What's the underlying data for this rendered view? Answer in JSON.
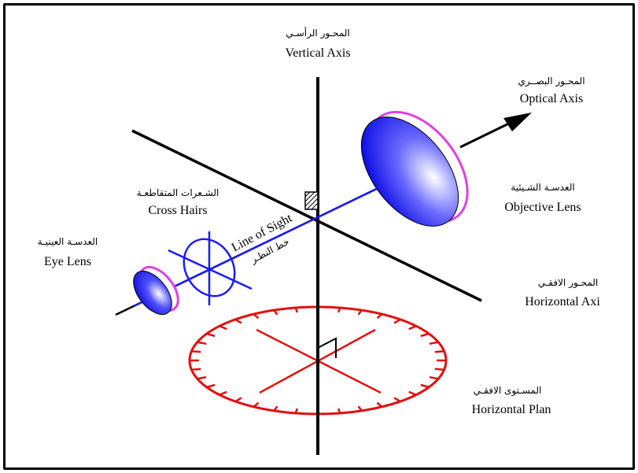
{
  "labels": {
    "vertical_axis_ar": "المحـور الرأسـي",
    "vertical_axis_en": "Vertical Axis",
    "optical_axis_ar": "المحـور البصــري",
    "optical_axis_en": "Optical Axis",
    "objective_lens_ar": "العدسـة الشـيئية",
    "objective_lens_en": "Objective Lens",
    "cross_hairs_ar": "الشـعرات المتقاطعـة",
    "cross_hairs_en": "Cross Hairs",
    "eye_lens_ar": "العدسـة العينيـة",
    "eye_lens_en": "Eye Lens",
    "line_of_sight_en": "Line of Sight",
    "line_of_sight_ar": "خط النظـر",
    "horizontal_axis_ar": "المحـور الافقـي",
    "horizontal_axis_en": "Horizontal Axi",
    "horizontal_plan_ar": "المسـتوى الافقـي",
    "horizontal_plan_en": "Horizontal Plan"
  },
  "colors": {
    "axis": "#000000",
    "line_of_sight": "#1a1aff",
    "lens_fill": "#2020ff",
    "lens_rim": "#e040e0",
    "plane": "#e01010"
  }
}
